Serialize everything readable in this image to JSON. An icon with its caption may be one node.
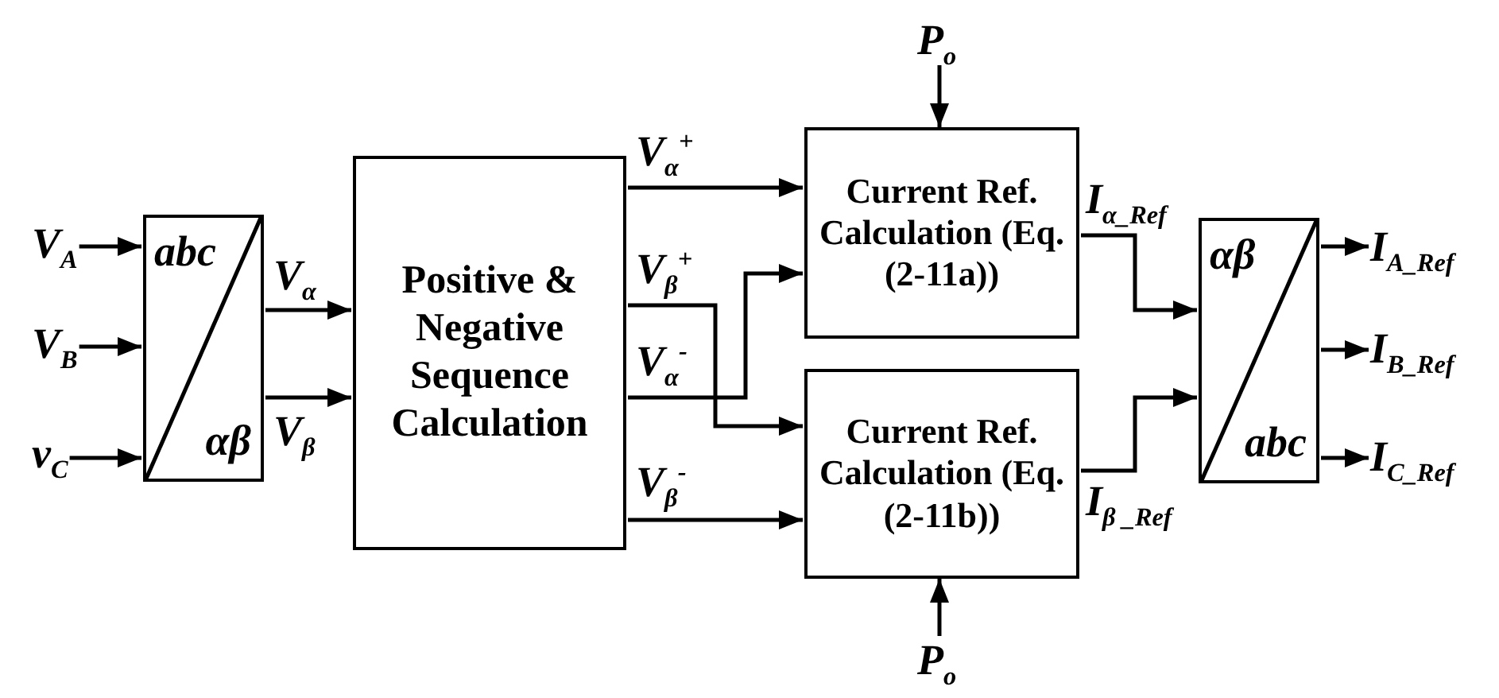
{
  "diagram": {
    "nodes": [
      {
        "text": [
          "V$_{A}$"
        ]
      },
      {
        "text": [
          "V$_{B}$"
        ]
      },
      {
        "text": [
          "v$_{C}$"
        ]
      },
      {
        "text": [
          "abc",
          "αβ"
        ]
      },
      {
        "text": [
          "Positive & Negative Sequence Calculation"
        ]
      },
      {
        "text": [
          "Current Ref. Calculation (Eq. (2-11a))"
        ]
      },
      {
        "text": [
          "Current Ref. Calculation (Eq. (2-11b))"
        ]
      },
      {
        "text": [
          "αβ",
          "abc"
        ]
      },
      {
        "text": [
          "I$_{A_Ref}$"
        ]
      },
      {
        "text": [
          "I$_{B_Ref}$"
        ]
      },
      {
        "text": [
          "I$_{C_Ref}$"
        ]
      },
      {
        "text": [
          "P$_{o}$"
        ]
      },
      {
        "text": [
          "P$_{o}$"
        ]
      }
    ],
    "edges": [
      {
        "from": 0,
        "to": 3,
        "arrow": "to"
      },
      {
        "from": 1,
        "to": 3,
        "arrow": "to"
      },
      {
        "from": 2,
        "to": 3,
        "arrow": "to"
      },
      {
        "from": 3,
        "to": 4,
        "arrow": "to",
        "label": "V$_{α}$"
      },
      {
        "from": 3,
        "to": 4,
        "arrow": "to",
        "label": "V$_{β}$"
      },
      {
        "from": 4,
        "to": 5,
        "arrow": "to",
        "label": "V$_{α}$$^{+}$"
      },
      {
        "from": 4,
        "to": 6,
        "arrow": "to",
        "label": "V$_{β}$$^{+}$"
      },
      {
        "from": 4,
        "to": 5,
        "arrow": "to",
        "label": "V$_{α}$$^{-}$"
      },
      {
        "from": 4,
        "to": 6,
        "arrow": "to",
        "label": "V$_{β}$$^{-}$"
      },
      {
        "from": 11,
        "to": 5,
        "arrow": "to"
      },
      {
        "from": 12,
        "to": 6,
        "arrow": "to"
      },
      {
        "from": 5,
        "to": 7,
        "arrow": "to",
        "label": "I$_{α_Ref}$"
      },
      {
        "from": 6,
        "to": 7,
        "arrow": "to",
        "label": "I$_{β _Ref}$"
      },
      {
        "from": 7,
        "to": 8,
        "arrow": "to"
      },
      {
        "from": 7,
        "to": 9,
        "arrow": "to"
      },
      {
        "from": 7,
        "to": 10,
        "arrow": "to"
      }
    ]
  }
}
